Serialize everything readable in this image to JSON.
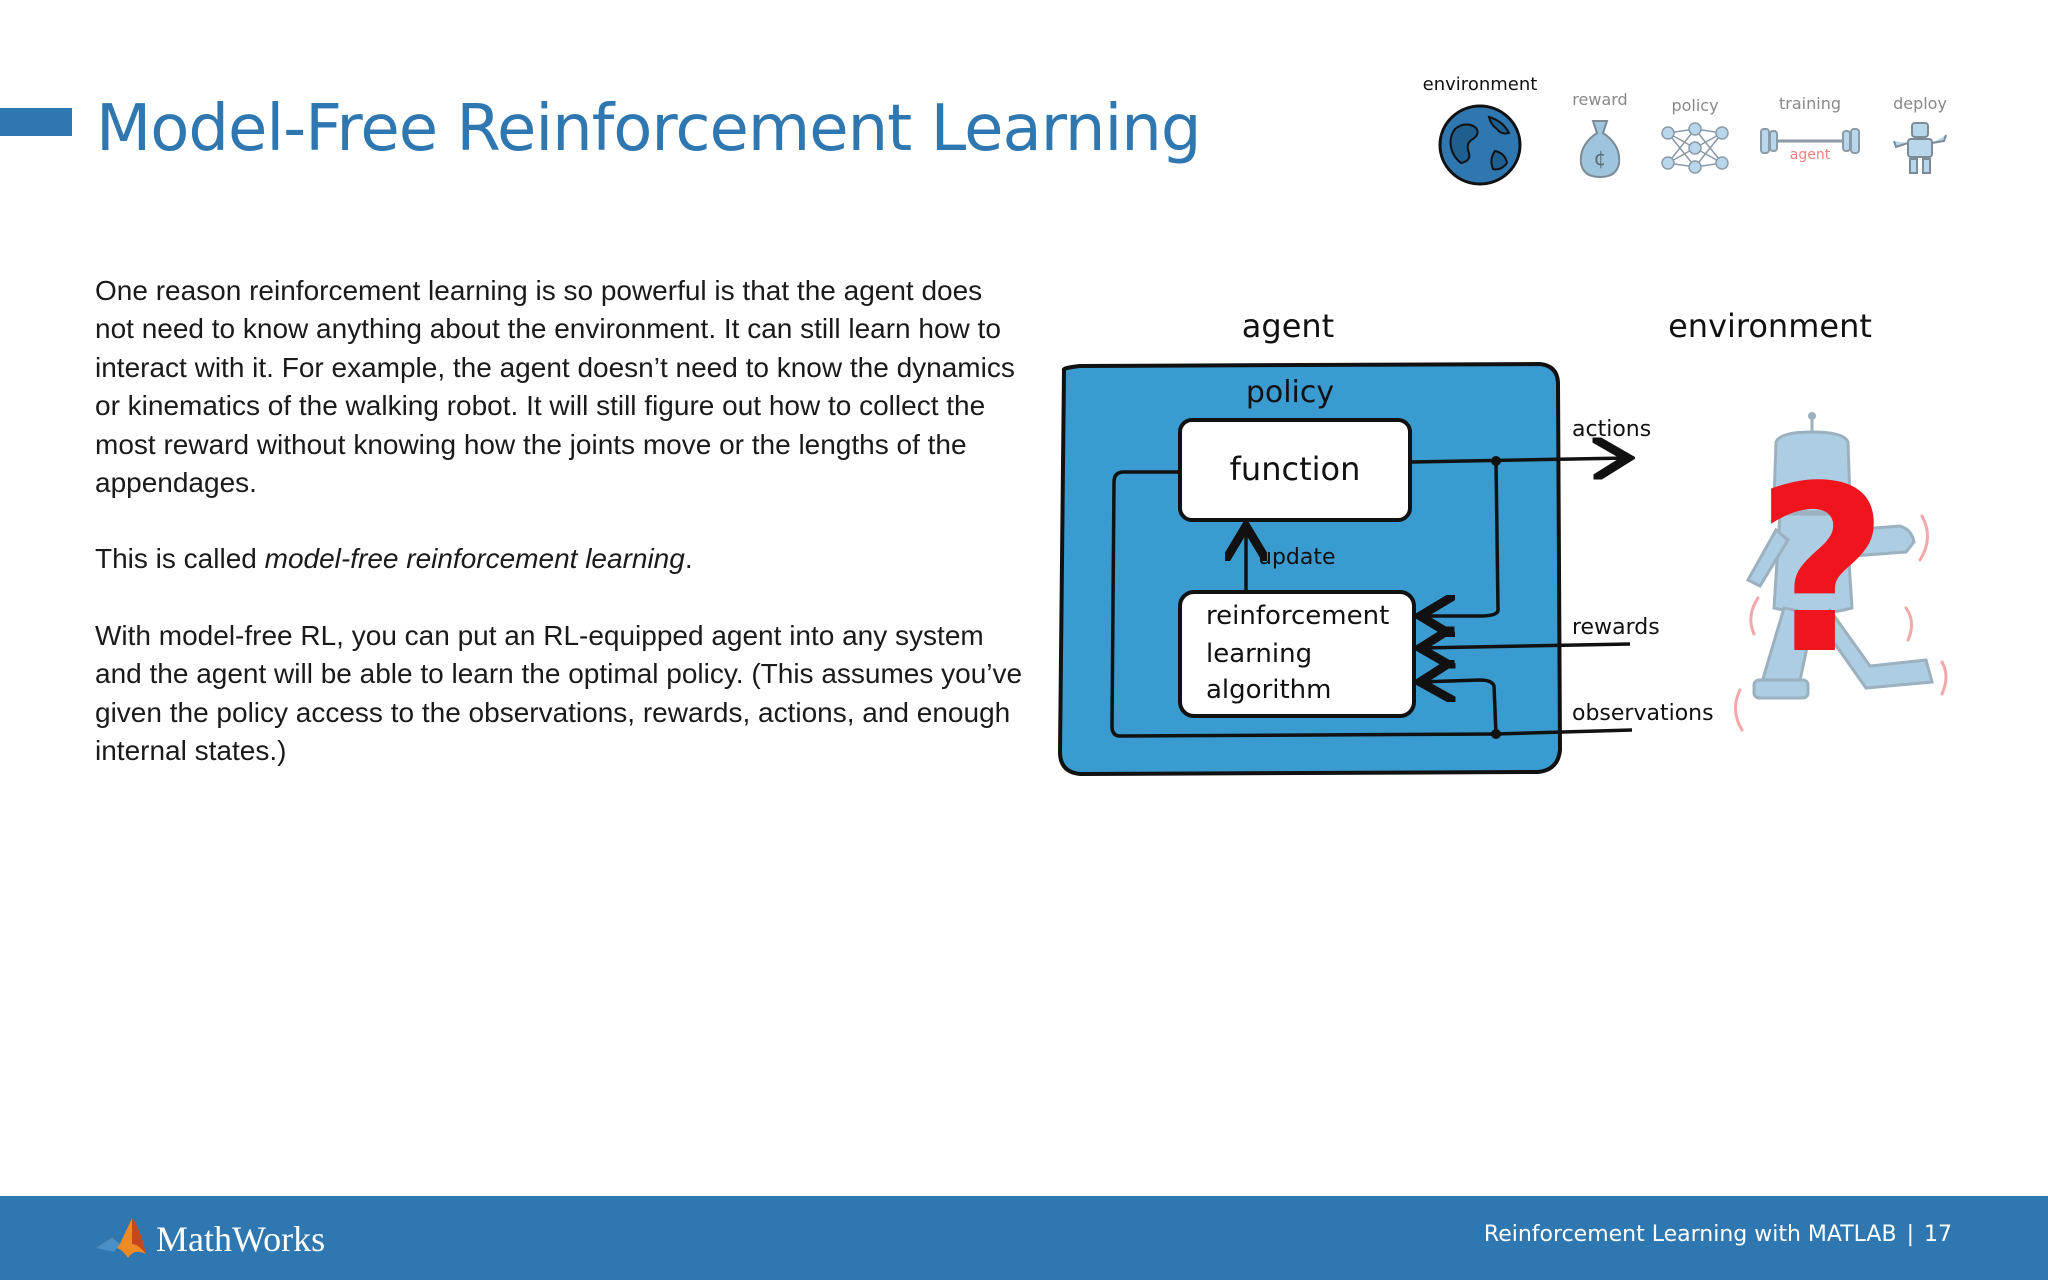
{
  "slide": {
    "title": "Model-Free Reinforcement Learning"
  },
  "progress": {
    "steps": [
      {
        "label": "environment",
        "icon": "globe-icon",
        "active": true
      },
      {
        "label": "reward",
        "icon": "money-bag-icon",
        "active": false
      },
      {
        "label": "policy",
        "icon": "neural-network-icon",
        "active": false
      },
      {
        "label": "training",
        "icon": "barbell-icon",
        "active": false,
        "icon_text": "agent"
      },
      {
        "label": "deploy",
        "icon": "robot-icon",
        "active": false
      }
    ]
  },
  "body": {
    "paragraph1": "One reason reinforcement learning is so powerful is that the agent does not need to know anything about the environment. It can still learn how to interact with it. For example, the agent doesn’t need to know the dynamics or kinematics of the walking robot. It will still figure out how to collect the most reward without knowing how the joints move or the lengths of the appendages.",
    "paragraph2_prefix": "This is called ",
    "paragraph2_emphasis": "model-free reinforcement learning",
    "paragraph2_suffix": ".",
    "paragraph3": "With model-free RL, you can put an RL-equipped agent into any system and the agent will be able to learn the optimal policy. (This assumes you’ve given the policy access to the observations, rewards, actions, and enough internal states.)"
  },
  "diagram": {
    "agent_label": "agent",
    "environment_label": "environment",
    "policy_label": "policy",
    "function_label": "function",
    "update_label": "update",
    "algorithm_lines": [
      "reinforcement",
      "learning",
      "algorithm"
    ],
    "actions_label": "actions",
    "rewards_label": "rewards",
    "observations_label": "observations",
    "unknown_symbol": "?",
    "colors": {
      "agent_fill": "#3a9bd0",
      "robot_fill": "#9ec5dd",
      "question_mark": "#f0141e",
      "motion_arrows": "#f2a8a8"
    }
  },
  "footer": {
    "brand": "MathWorks",
    "deck_title": "Reinforcement Learning with MATLAB",
    "separator": "|",
    "page_number": "17"
  }
}
